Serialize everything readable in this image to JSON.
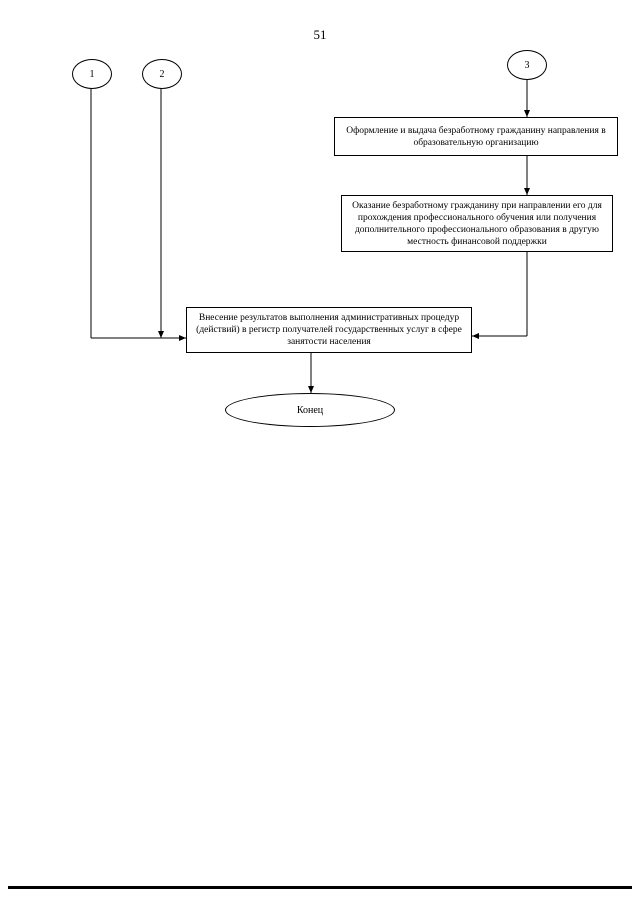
{
  "page": {
    "number": "51"
  },
  "connectors": [
    {
      "id": "connector-1",
      "label": "1"
    },
    {
      "id": "connector-2",
      "label": "2"
    },
    {
      "id": "connector-3",
      "label": "3"
    }
  ],
  "steps": {
    "referral": "Оформление и выдача безработному гражданину направления в образовательную организацию",
    "financial_support": "Оказание безработному гражданину при направлении его для прохождения профессионального обучения или получения дополнительного профессионального образования в другую местность финансовой поддержки",
    "registry": "Внесение результатов выполнения административных процедур (действий) в регистр получателей государственных услуг в сфере занятости населения",
    "end": "Конец"
  }
}
